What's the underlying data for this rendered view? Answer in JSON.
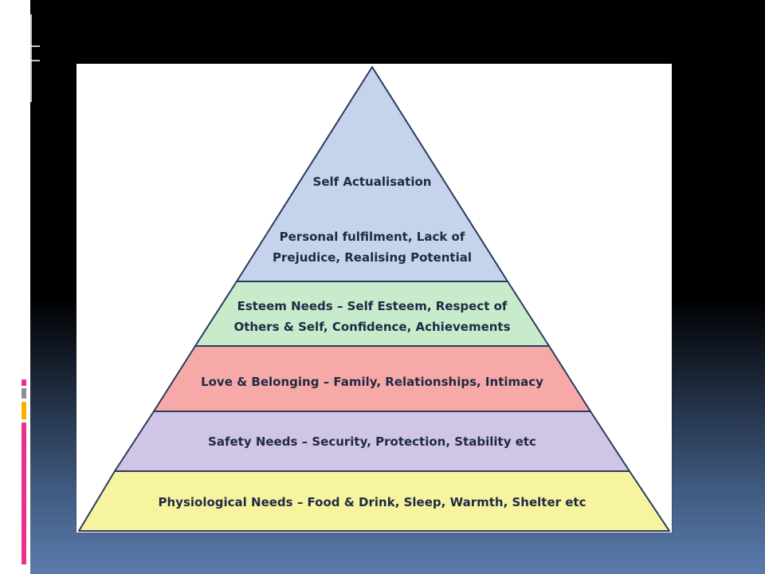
{
  "pyramid": {
    "tiers": [
      {
        "heading": "Self Actualisation",
        "lines": [
          "Personal fulfilment, Lack of",
          "Prejudice, Realising Potential"
        ]
      },
      {
        "lines": [
          "Esteem Needs – Self Esteem, Respect of",
          "Others & Self, Confidence, Achievements"
        ]
      },
      {
        "lines": [
          "Love & Belonging – Family, Relationships, Intimacy"
        ]
      },
      {
        "lines": [
          "Safety Needs – Security, Protection, Stability etc"
        ]
      },
      {
        "lines": [
          "Physiological Needs – Food & Drink, Sleep, Warmth, Shelter etc"
        ]
      }
    ],
    "colors": {
      "self_actualisation": "#c5d3ec",
      "esteem": "#c8ebcc",
      "love": "#f7a9a7",
      "safety": "#d0c4e7",
      "physiological": "#f6f49e",
      "outline": "#2b3a5c"
    }
  },
  "decoration": {
    "bar_colors": [
      "#e8308f",
      "#8a8f99",
      "#f4b400",
      "#e8308f"
    ]
  }
}
